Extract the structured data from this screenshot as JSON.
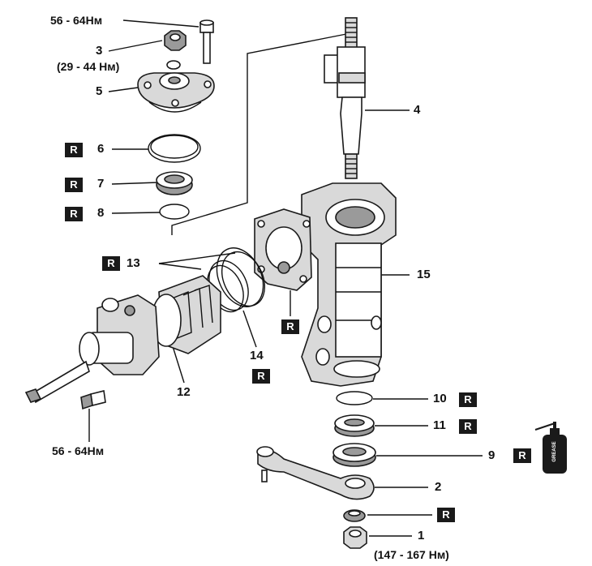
{
  "callouts": [
    {
      "id": "torque_bolt_top",
      "text": "56 - 64Нм"
    },
    {
      "id": "n3",
      "text": "3"
    },
    {
      "id": "torque_3",
      "text": "(29 - 44 Нм)"
    },
    {
      "id": "n5",
      "text": "5"
    },
    {
      "id": "n6",
      "text": "6"
    },
    {
      "id": "n7",
      "text": "7"
    },
    {
      "id": "n8",
      "text": "8"
    },
    {
      "id": "n4",
      "text": "4"
    },
    {
      "id": "n13",
      "text": "13"
    },
    {
      "id": "n15",
      "text": "15"
    },
    {
      "id": "n14",
      "text": "14"
    },
    {
      "id": "n12",
      "text": "12"
    },
    {
      "id": "torque_bolt_bottom",
      "text": "56 - 64Нм"
    },
    {
      "id": "n10",
      "text": "10"
    },
    {
      "id": "n11",
      "text": "11"
    },
    {
      "id": "n9",
      "text": "9"
    },
    {
      "id": "n2",
      "text": "2"
    },
    {
      "id": "n1",
      "text": "1"
    },
    {
      "id": "torque_1",
      "text": "(147 - 167 Нм)"
    }
  ],
  "replace_marker": "R",
  "grease_label": "GREASE",
  "icons": {
    "replace_badge": "replace-part-badge",
    "grease_tube": "grease-tube-icon"
  }
}
